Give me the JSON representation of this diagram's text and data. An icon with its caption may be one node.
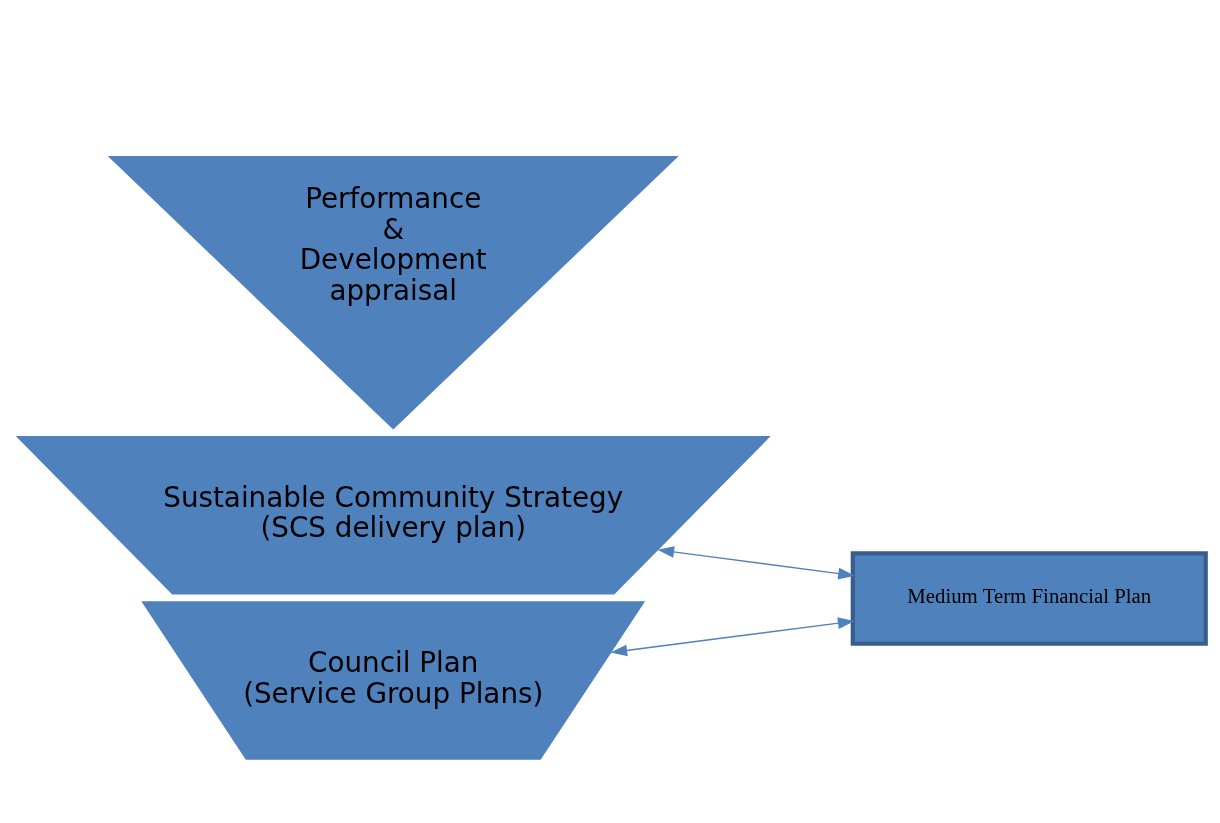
{
  "diagram": {
    "nodes": [
      {
        "text": [
          "Sustainable Community Strategy",
          "(SCS delivery plan)"
        ]
      },
      {
        "text": [
          "Council Plan",
          "(Service Group Plans)"
        ]
      },
      {
        "text": [
          "Performance",
          "&",
          "Development",
          "appraisal"
        ]
      },
      {
        "text": [
          "Medium Term Financial Plan"
        ]
      }
    ],
    "edges": [
      {
        "from": 0,
        "to": 3,
        "arrow": "both"
      },
      {
        "from": 1,
        "to": 3,
        "arrow": "both"
      }
    ]
  }
}
